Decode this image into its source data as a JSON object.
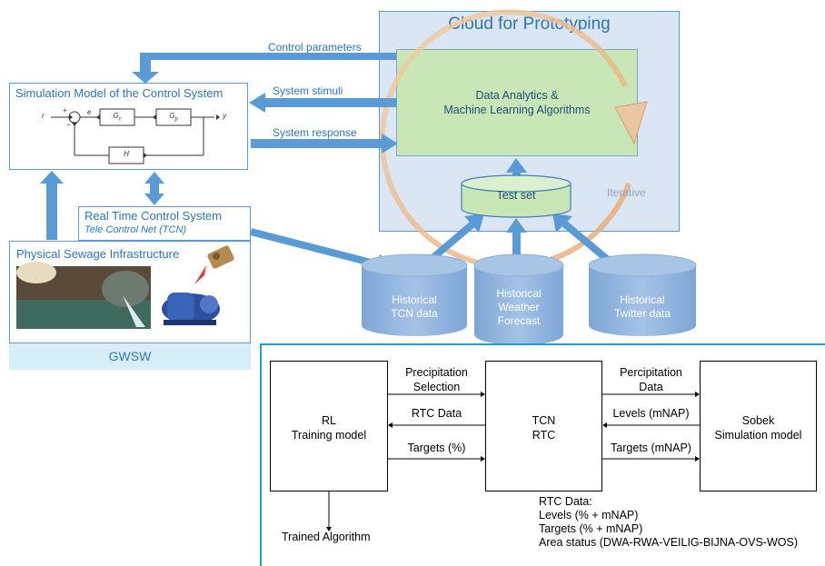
{
  "cloud": {
    "title": "Cloud for Prototyping",
    "analytics_line1": "Data Analytics &",
    "analytics_line2": "Machine Learning Algorithms",
    "test_set": "Test set",
    "iterative": "Iterative"
  },
  "arrows": {
    "control_parameters": "Control parameters",
    "system_stimuli": "System stimuli",
    "system_response": "System response"
  },
  "simulation": {
    "title": "Simulation Model of the Control System",
    "labels": {
      "r": "r",
      "e": "e",
      "gc": "G",
      "gc_sub": "c",
      "gp": "G",
      "gp_sub": "p",
      "y": "y",
      "h": "H",
      "plus": "+",
      "minus": "−"
    }
  },
  "rtc_system": {
    "title": "Real Time Control System",
    "subtitle": "Tele Control Net (TCN)"
  },
  "infrastructure": {
    "title": "Physical Sewage Infrastructure",
    "footer": "GWSW"
  },
  "databases": [
    {
      "line1": "Historical",
      "line2": "TCN data",
      "line3": ""
    },
    {
      "line1": "Historical",
      "line2": "Weather",
      "line3": "Forecast"
    },
    {
      "line1": "Historical",
      "line2": "Twitter data",
      "line3": ""
    }
  ],
  "flow": {
    "rl_line1": "RL",
    "rl_line2": "Training model",
    "tcn_line1": "TCN",
    "tcn_line2": "RTC",
    "sobek_line1": "Sobek",
    "sobek_line2": "Simulation model",
    "precip_selection_line1": "Precipitation",
    "precip_selection_line2": "Selection",
    "rtc_data": "RTC Data",
    "targets_pct": "Targets (%)",
    "percip_data_line1": "Percipitation",
    "percip_data_line2": "Data",
    "levels_mnap": "Levels (mNAP)",
    "targets_mnap": "Targets (mNAP)",
    "trained_algorithm": "Trained Algorithm",
    "rtc_note": [
      "RTC Data:",
      "Levels (% + mNAP)",
      "Targets (% + mNAP)",
      "Area status (DWA-RWA-VEILIG-BIJNA-OVS-WOS)"
    ]
  },
  "colors": {
    "arrow_blue": "#5b9bd5",
    "arrow_blue_dark": "#3d7fc0",
    "cloud_bg": "#dae6f3",
    "cloud_border": "#5b9bd5",
    "analytics_fill": "#c9e7b6",
    "db_fill": "#8fb3dd",
    "gwsw_fill": "#d6eef8",
    "title_blue": "#2e75b6",
    "iterative_orange": "#e9a46c",
    "frame_cyan": "#1aa3cc"
  }
}
